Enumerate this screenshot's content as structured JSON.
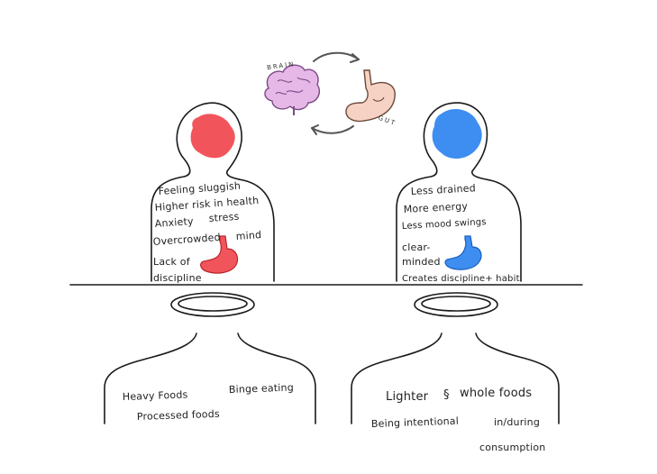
{
  "center": {
    "brain_label": "BRAIN",
    "gut_label": "GUT",
    "colors": {
      "brain": "#e6b8e8",
      "gut": "#f6d2c4",
      "arrow": "#555555"
    }
  },
  "left_person": {
    "head_color": "#f2545b",
    "stomach_color": "#f2545b",
    "lines": [
      "Feeling sluggish",
      "Higher risk in health",
      "Anxiety",
      "stress",
      "Overcrowded",
      "mind",
      "Lack of",
      "discipline"
    ]
  },
  "right_person": {
    "head_color": "#3d8ef0",
    "stomach_color": "#3d8ef0",
    "lines": [
      "Less drained",
      "More energy",
      "Less mood swings",
      "clear-",
      "minded",
      "Creates discipline+ habit"
    ]
  },
  "left_foods": {
    "lines": [
      "Heavy Foods",
      "Binge eating",
      "Processed foods"
    ]
  },
  "right_foods": {
    "lines": [
      "Lighter",
      "§",
      "whole foods",
      "Being intentional",
      "in/during",
      "consumption"
    ]
  }
}
